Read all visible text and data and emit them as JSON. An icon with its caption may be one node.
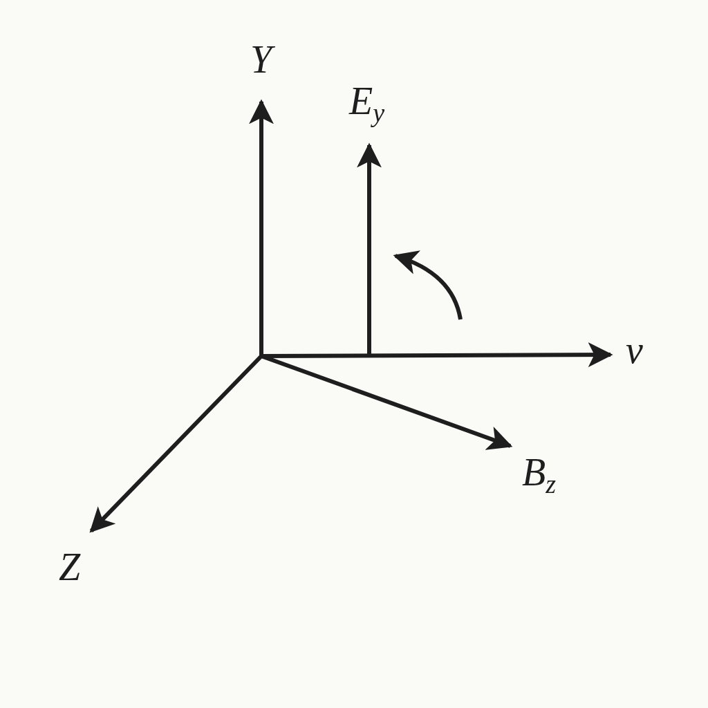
{
  "diagram": {
    "labels": [
      "Y",
      "E$_{y}$",
      "v",
      "B$_{z}$",
      "Z"
    ]
  }
}
